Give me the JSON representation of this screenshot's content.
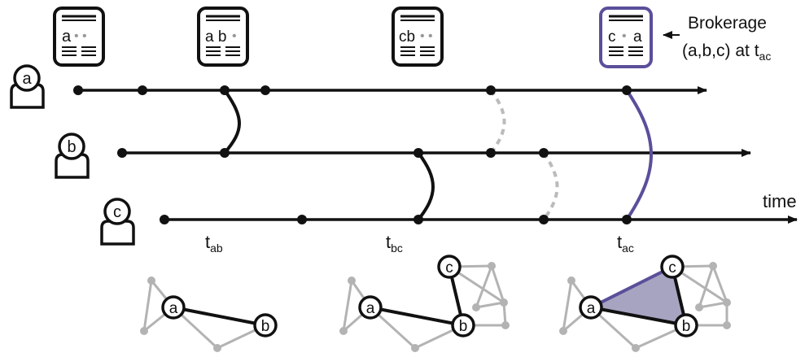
{
  "colors": {
    "ink": "#111111",
    "gray": "#b3b3b3",
    "accent": "#5a4f9a",
    "accent_fill": "#a7a4c2"
  },
  "people": [
    {
      "id": "a",
      "label": "a"
    },
    {
      "id": "b",
      "label": "b"
    },
    {
      "id": "c",
      "label": "c"
    }
  ],
  "timeline": {
    "time_label": "time"
  },
  "docs": [
    {
      "left": "a",
      "mid": "• •",
      "right": ""
    },
    {
      "left": "a b",
      "mid": "•",
      "right": ""
    },
    {
      "left": "cb",
      "mid": "• •",
      "right": ""
    },
    {
      "left": "c",
      "mid": "•",
      "right": "a",
      "highlight": true
    }
  ],
  "callout": {
    "line1": "Brokerage",
    "line2": "(a,b,c) at t",
    "line2_sub": "ac"
  },
  "time_marks": [
    {
      "base": "t",
      "sub": "ab"
    },
    {
      "base": "t",
      "sub": "bc"
    },
    {
      "base": "t",
      "sub": "ac"
    }
  ],
  "network_labels": {
    "n1": {
      "a": "a",
      "b": "b"
    },
    "n2": {
      "a": "a",
      "b": "b",
      "c": "c"
    },
    "n3": {
      "a": "a",
      "b": "b",
      "c": "c"
    }
  }
}
